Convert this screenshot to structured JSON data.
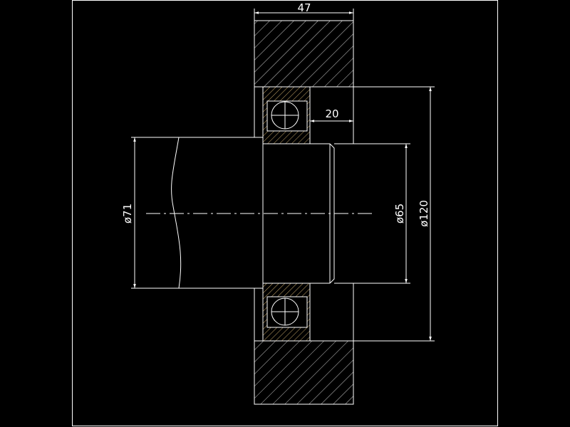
{
  "colors": {
    "background": "#000000",
    "lines": "#ffffff",
    "bearing_ring": "#c8a86a"
  },
  "dimensions": {
    "width": "47",
    "shoulder": "20",
    "shaft_diameter": "ø71",
    "bore_diameter": "ø65",
    "outer_diameter": "ø120"
  }
}
